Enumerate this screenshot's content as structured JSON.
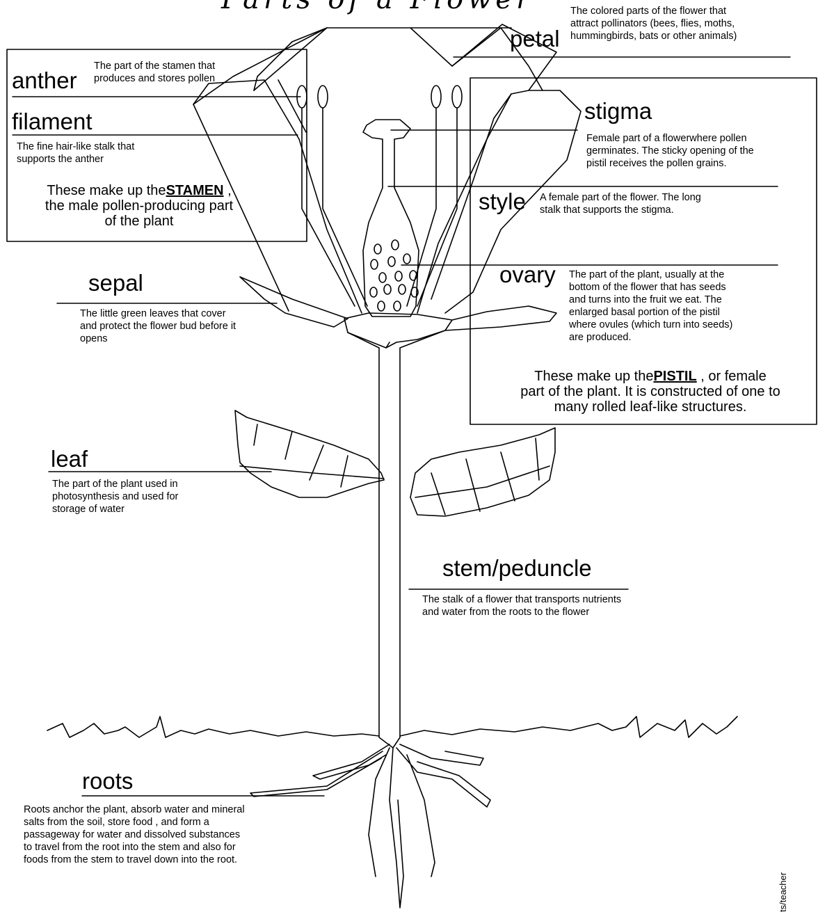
{
  "title": "Parts of a Flower",
  "labels": {
    "petal": {
      "name": "petal",
      "desc": [
        "The colored parts of the flower that",
        "attract pollinators (bees, flies, moths,",
        "hummingbirds, bats or other animals)"
      ]
    },
    "anther": {
      "name": "anther",
      "desc": [
        "The part of the stamen that",
        "produces and stores pollen"
      ]
    },
    "filament": {
      "name": "filament",
      "desc": [
        "The fine hair-like stalk that",
        "supports the anther"
      ]
    },
    "stigma": {
      "name": "stigma",
      "desc": [
        "Female part of a flowerwhere pollen",
        "germinates.  The sticky  opening of the",
        "pistil receives the pollen grains."
      ]
    },
    "style": {
      "name": "style",
      "desc": [
        "A  female part of the flower.  The long",
        "stalk that supports the stigma."
      ]
    },
    "ovary": {
      "name": "ovary",
      "desc": [
        "The part of the plant, usually at the",
        "bottom of the flower that has seeds",
        "and turns into the fruit we eat.  The",
        "enlarged basal portion of the pistil",
        "where ovules (which turn into seeds)",
        "are produced."
      ]
    },
    "sepal": {
      "name": "sepal",
      "desc": [
        "The little green leaves that cover",
        "and protect the flower bud before it",
        "opens"
      ]
    },
    "leaf": {
      "name": "leaf",
      "desc": [
        "The part of the plant used in",
        "photosynthesis and used for",
        "storage of water"
      ]
    },
    "stem": {
      "name": "stem/peduncle",
      "desc": [
        "The stalk of a flower that transports nutrients",
        "and water from the roots to the flower"
      ]
    },
    "roots": {
      "name": "roots",
      "desc": [
        "Roots anchor the plant, absorb water and mineral",
        "salts from the soil, store food , and form a",
        "passageway for water and dissolved substances",
        "to travel from the root into the stem and also for",
        "foods from the stem to travel down into the root."
      ]
    }
  },
  "stamen_note": {
    "pre": "These make up the",
    "term": "STAMEN",
    "post": " ,",
    "line2": "the male pollen-producing part",
    "line3": "of the plant"
  },
  "pistil_note": {
    "pre": "These make up the",
    "term": "PISTIL",
    "post": " , or female",
    "line2": "part of the plant.  It is constructed of one to",
    "line3": "many rolled leaf-like structures."
  },
  "credit": "ts/teacher"
}
